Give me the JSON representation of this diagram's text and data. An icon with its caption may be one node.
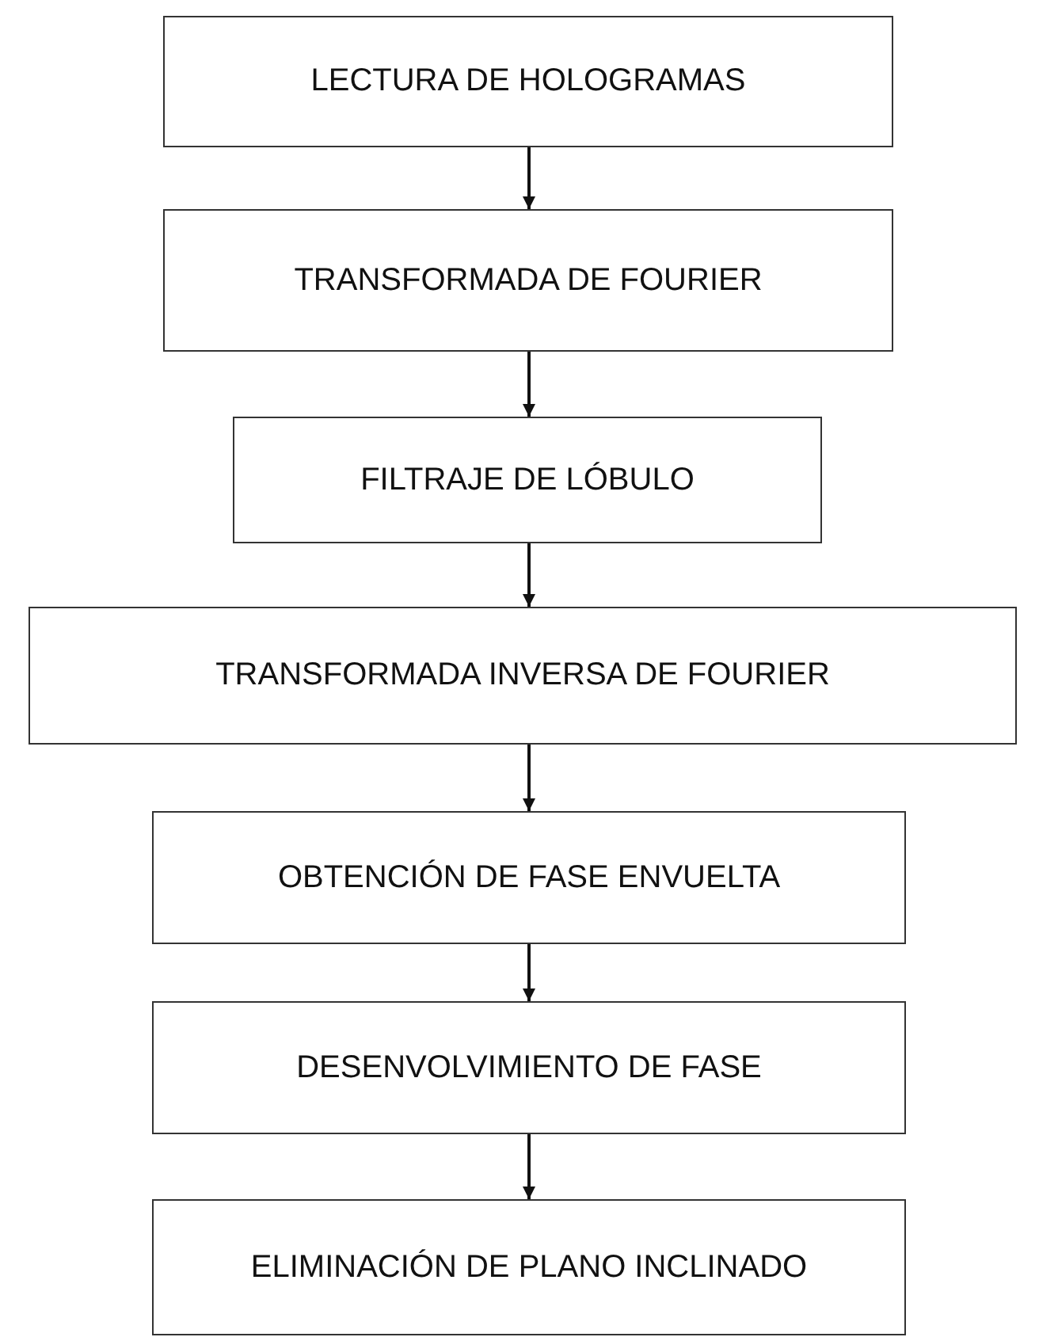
{
  "diagram": {
    "nodes": [
      {
        "text": [
          "LECTURA DE HOLOGRAMAS"
        ]
      },
      {
        "text": [
          "TRANSFORMADA DE FOURIER"
        ]
      },
      {
        "text": [
          "FILTRAJE DE LÓBULO"
        ]
      },
      {
        "text": [
          "TRANSFORMADA INVERSA DE FOURIER"
        ]
      },
      {
        "text": [
          "OBTENCIÓN DE FASE ENVUELTA"
        ]
      },
      {
        "text": [
          "DESENVOLVIMIENTO DE FASE"
        ]
      },
      {
        "text": [
          "ELIMINACIÓN DE PLANO INCLINADO"
        ]
      }
    ],
    "edges": [
      {
        "from": 0,
        "to": 1,
        "arrow": "to"
      },
      {
        "from": 1,
        "to": 2,
        "arrow": "to"
      },
      {
        "from": 2,
        "to": 3,
        "arrow": "to"
      },
      {
        "from": 3,
        "to": 4,
        "arrow": "to"
      },
      {
        "from": 4,
        "to": 5,
        "arrow": "to"
      },
      {
        "from": 5,
        "to": 6,
        "arrow": "to"
      }
    ]
  }
}
